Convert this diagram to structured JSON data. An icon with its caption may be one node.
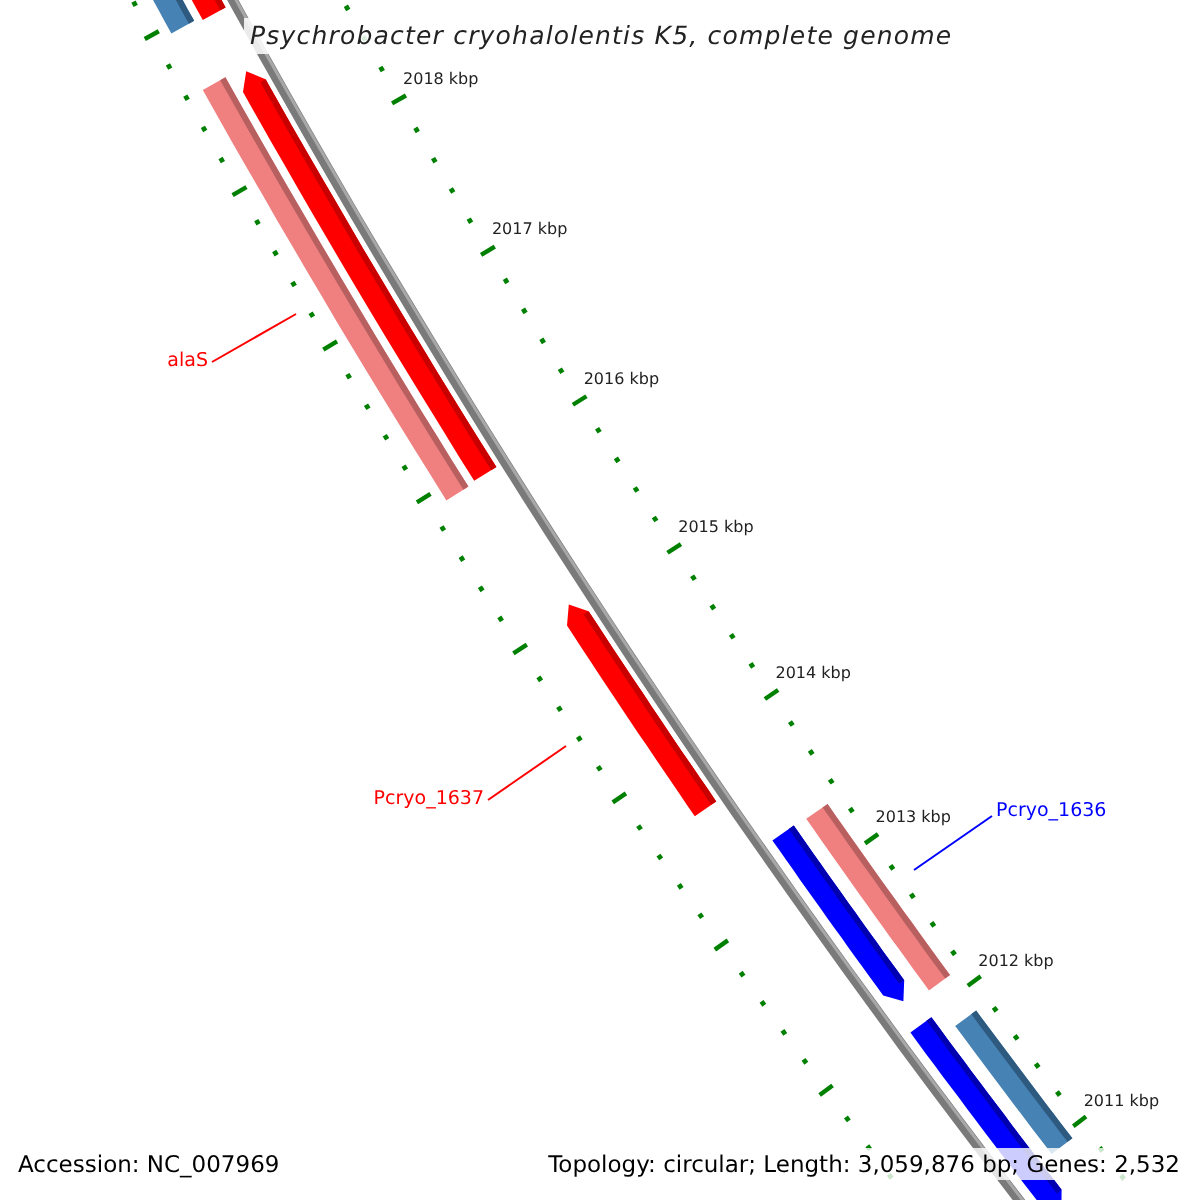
{
  "diagram": {
    "title": "Psychrobacter cryohalolentis K5, complete genome",
    "nodes": [
      {
        "text": [
          "alaS"
        ]
      },
      {
        "text": [],
        "shape": "bar"
      },
      {
        "text": [
          "Pcryo_1637"
        ]
      },
      {
        "text": [],
        "shape": "bar"
      },
      {
        "text": [
          "Pcryo_1636"
        ]
      },
      {
        "text": [],
        "shape": "bar"
      }
    ],
    "edges": [
      {
        "from": 0,
        "to": 1,
        "arrow": "none"
      },
      {
        "from": 2,
        "to": 3,
        "arrow": "none"
      },
      {
        "from": 4,
        "to": 5,
        "arrow": "none",
        "color": "#0000ff"
      }
    ],
    "labels": [
      "2018 kbp",
      "2017 kbp",
      "2016 kbp",
      "2015 kbp",
      "2014 kbp",
      "2013 kbp",
      "2012 kbp",
      "2011 kbp",
      "Accession: NC_007969",
      "Topology: circular; Length: 3,059,876 bp; Genes: 2,532"
    ]
  }
}
